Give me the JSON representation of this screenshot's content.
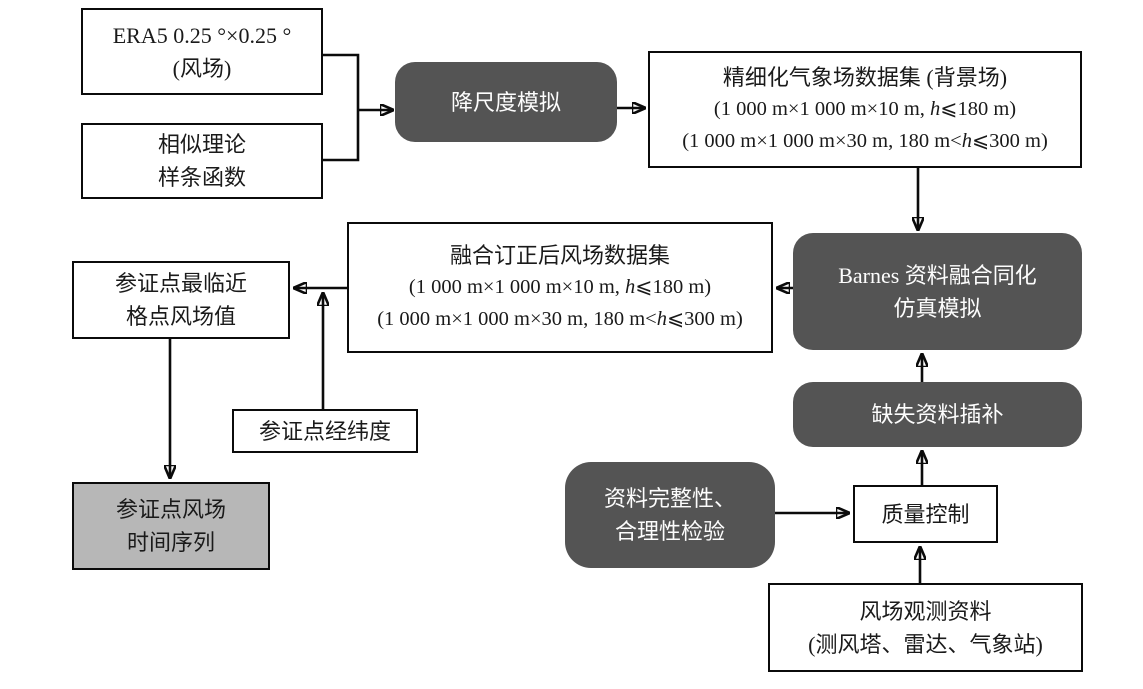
{
  "colors": {
    "background": "#ffffff",
    "dark_node_fill": "#545454",
    "dark_node_text": "#fdfdfd",
    "light_node_fill": "#ffffff",
    "gray_node_fill": "#b7b7b7",
    "line_and_border": "#0b0b0b",
    "text": "#1a1a1a"
  },
  "boxes": {
    "era5": {
      "lines": [
        "ERA5 0.25 °×0.25 °",
        "(风场)"
      ]
    },
    "similarity": {
      "lines": [
        "相似理论",
        "样条函数"
      ]
    },
    "downscale": {
      "label": "降尺度模拟"
    },
    "refined": {
      "title": "精细化气象场数据集 (背景场)",
      "spec1": {
        "pre": "(1 000 m×1 000 m×10 m, ",
        "var": "h",
        "post": "⩽180 m)"
      },
      "spec2": {
        "pre": "(1 000 m×1 000 m×30 m, 180 m<",
        "var": "h",
        "post": "⩽300 m)"
      }
    },
    "merged": {
      "title": "融合订正后风场数据集",
      "spec1": {
        "pre": "(1 000 m×1 000 m×10 m, ",
        "var": "h",
        "post": "⩽180 m)"
      },
      "spec2": {
        "pre": "(1 000 m×1 000 m×30 m, 180 m<",
        "var": "h",
        "post": "⩽300 m)"
      }
    },
    "barnes": {
      "lines": [
        "Barnes 资料融合同化",
        "仿真模拟"
      ]
    },
    "nearest": {
      "lines": [
        "参证点最临近",
        "格点风场值"
      ]
    },
    "latlon": {
      "label": "参证点经纬度"
    },
    "timeseries": {
      "lines": [
        "参证点风场",
        "时间序列"
      ]
    },
    "interp": {
      "label": "缺失资料插补"
    },
    "check": {
      "lines": [
        "资料完整性、",
        "合理性检验"
      ]
    },
    "qc": {
      "label": "质量控制"
    },
    "obs": {
      "lines": [
        "风场观测资料",
        "(测风塔、雷达、气象站)"
      ]
    }
  }
}
